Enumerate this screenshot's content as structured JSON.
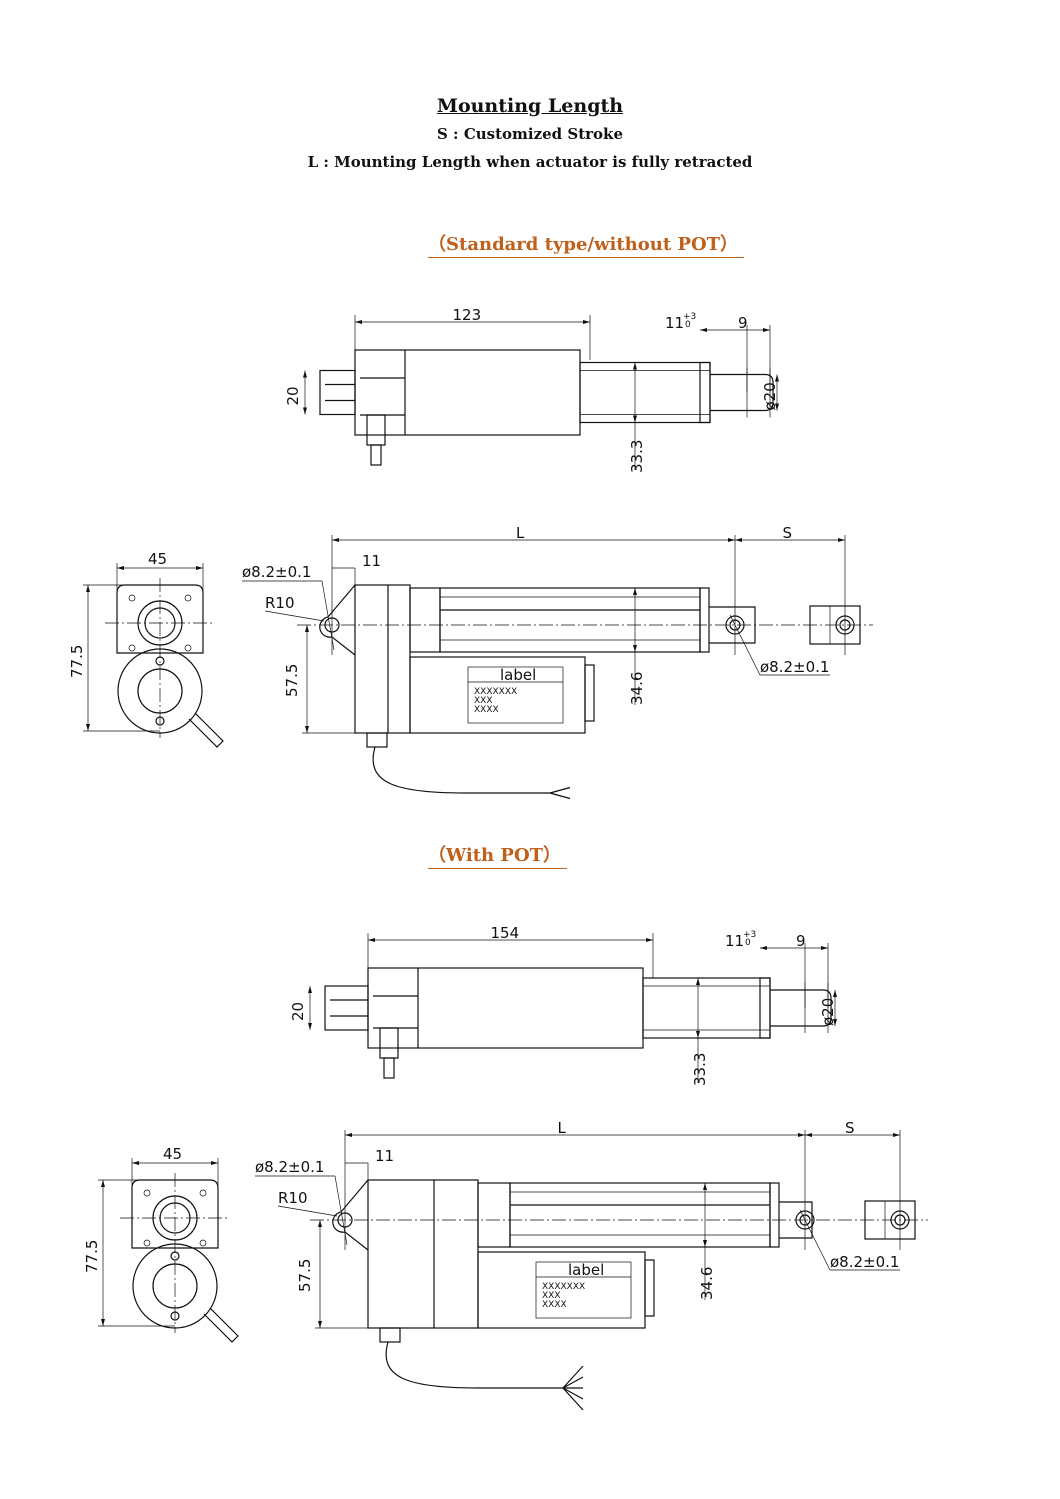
{
  "header": {
    "title": "Mounting Length",
    "subtitle_s": "S : Customized Stroke",
    "subtitle_l": "L : Mounting Length when actuator is fully retracted"
  },
  "sections": [
    {
      "heading": "（Standard type/without POT）",
      "top_view": {
        "body_length": "123",
        "tol_base": "11",
        "tol_upper": "+3",
        "tol_lower": "0",
        "tip_width": "9",
        "motor_diameter": "20",
        "rod_diameter": "ø20",
        "height": "33.3"
      },
      "side_view": {
        "L": "L",
        "S": "S",
        "rear_hole": "ø8.2±0.1",
        "offset": "11",
        "radius": "R10",
        "height": "57.5",
        "tube": "34.6",
        "front_hole": "ø8.2±0.1",
        "label": "label",
        "label_lines": [
          "XXXXXXX",
          "XXX",
          "XXXX"
        ],
        "wires": 2
      },
      "end_view": {
        "width": "45",
        "height": "77.5"
      }
    },
    {
      "heading": "（With POT）",
      "top_view": {
        "body_length": "154",
        "tol_base": "11",
        "tol_upper": "+3",
        "tol_lower": "0",
        "tip_width": "9",
        "motor_diameter": "20",
        "rod_diameter": "ø20",
        "height": "33.3"
      },
      "side_view": {
        "L": "L",
        "S": "S",
        "rear_hole": "ø8.2±0.1",
        "offset": "11",
        "radius": "R10",
        "height": "57.5",
        "tube": "34.6",
        "front_hole": "ø8.2±0.1",
        "label": "label",
        "label_lines": [
          "XXXXXXX",
          "XXX",
          "XXXX"
        ],
        "wires": 5
      },
      "end_view": {
        "width": "45",
        "height": "77.5"
      }
    }
  ]
}
